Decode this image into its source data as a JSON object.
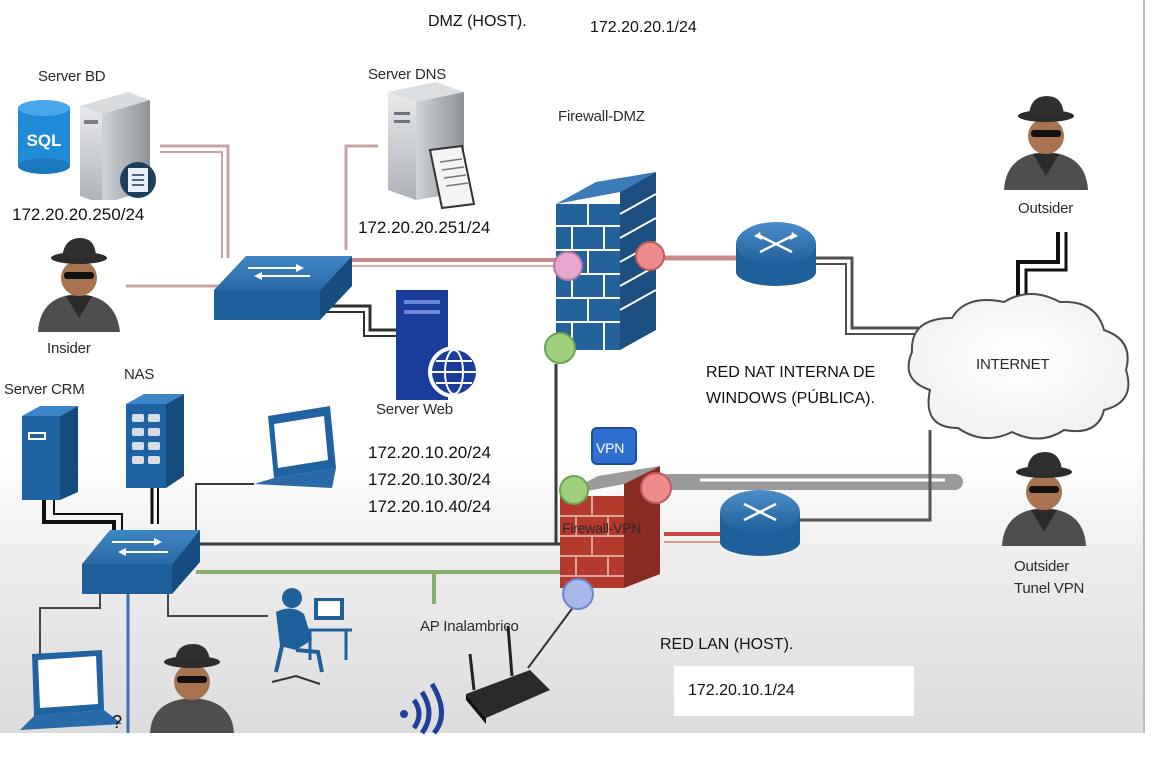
{
  "zones": {
    "dmz": "DMZ (HOST).",
    "dmz_gateway": "172.20.20.1/24",
    "nat": [
      "RED NAT INTERNA DE",
      "WINDOWS (PÚBLICA)."
    ],
    "lan": "RED LAN (HOST).",
    "lan_gateway": "172.20.10.1/24"
  },
  "devices": {
    "server_bd": "Server BD",
    "server_dns": "Server DNS",
    "firewall_dmz": "Firewall-DMZ",
    "outsider": "Outsider",
    "insider": "Insider",
    "server_web": "Server Web",
    "server_crm": "Server CRM",
    "nas": "NAS",
    "internet": "INTERNET",
    "vpn_badge": "VPN",
    "firewall_vpn": "Firewall-VPN",
    "outsider_vpn": [
      "Outsider",
      "Tunel VPN"
    ],
    "ap": "AP Inalambrico",
    "sql_label": "SQL"
  },
  "addresses": {
    "server_bd": "172.20.20.250/24",
    "server_dns": "172.20.20.251/24",
    "lan_hosts": [
      "172.20.10.20/24",
      "172.20.10.30/24",
      "172.20.10.40/24"
    ]
  },
  "colors": {
    "switch_blue": "#1f5f9a",
    "firewall_blue": "#24629c",
    "firewall_red": "#b43a2c",
    "link_dark": "#3b3b3b",
    "link_red": "#c98a8a",
    "link_green": "#86b06a",
    "port_pink": "#e6a6cf",
    "port_red": "#ee8b8b",
    "port_green": "#9fd07e",
    "port_blue": "#a7b8ea"
  }
}
